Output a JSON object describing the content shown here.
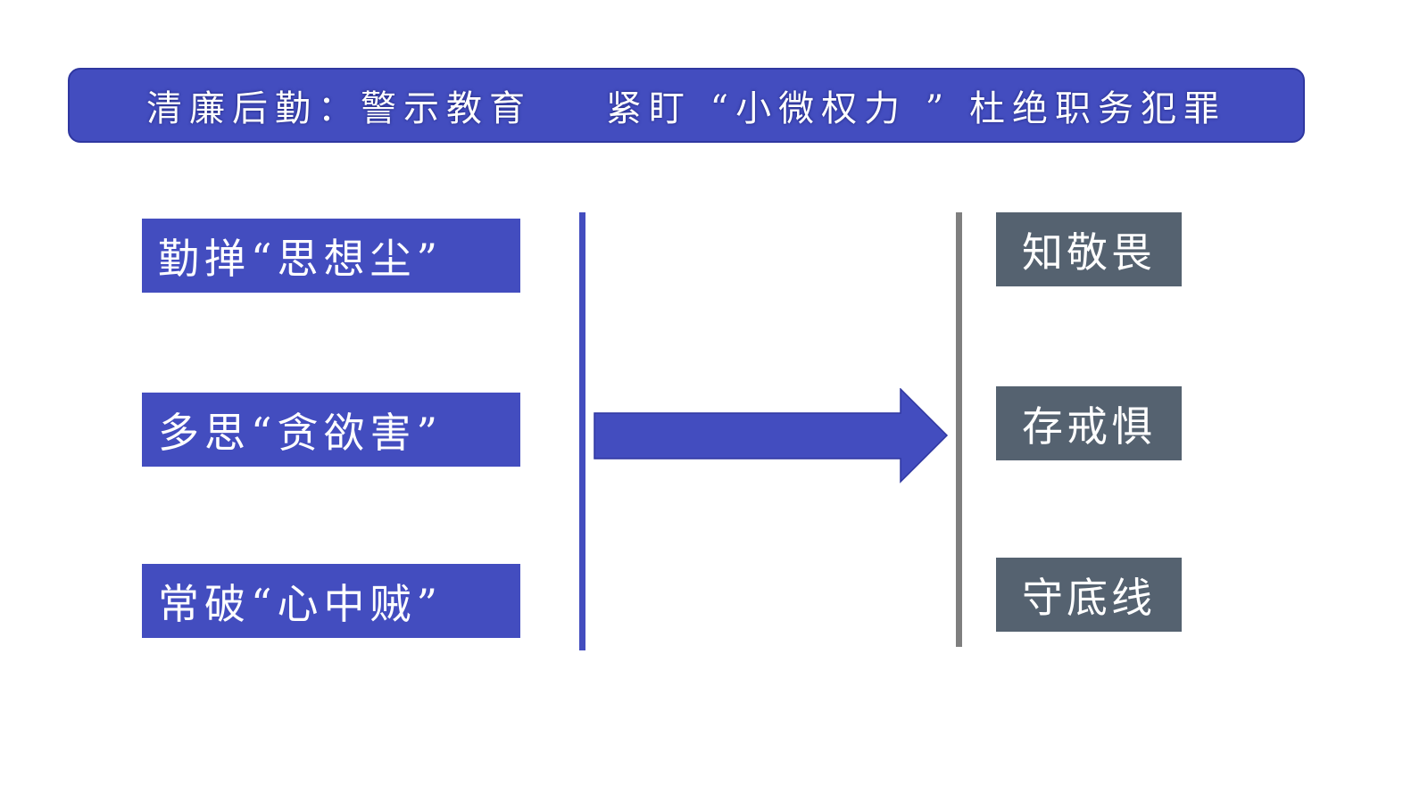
{
  "title": "清廉后勤：警示教育    紧盯 “小微权力 ” 杜绝职务犯罪",
  "left_items": [
    "勤掸“思想尘”",
    "多思“贪欲害”",
    "常破“心中贼”"
  ],
  "right_items": [
    "知敬畏",
    "存戒惧",
    "守底线"
  ],
  "colors": {
    "blue": "#434DBF",
    "gray_box": "#556270",
    "gray_line": "#7F7F7F"
  }
}
